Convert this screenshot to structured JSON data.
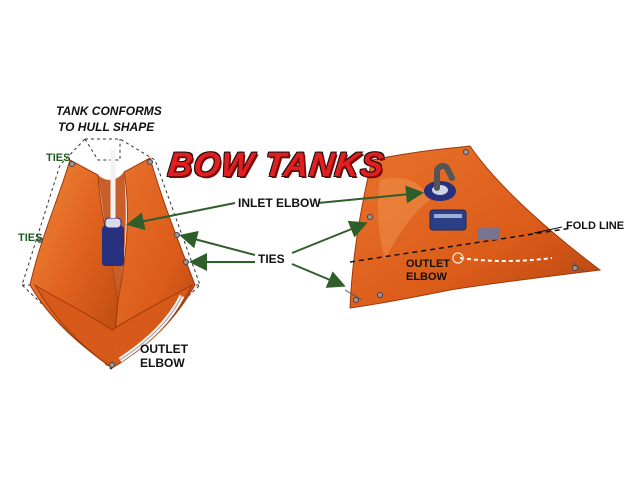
{
  "title": "BOW TANKS",
  "labels": {
    "conforms_line1": "TANK CONFORMS",
    "conforms_line2": "TO HULL SHAPE",
    "ties_top": "TIES",
    "ties_left": "TIES",
    "ties_center": "TIES",
    "inlet_elbow": "INLET ELBOW",
    "fold_line": "FOLD LINE",
    "outlet_left_1": "OUTLET",
    "outlet_left_2": "ELBOW",
    "outlet_right_1": "OUTLET",
    "outlet_right_2": "ELBOW"
  },
  "colors": {
    "title_red": "#e21f1f",
    "tank_orange": "#e0621e",
    "tank_dark": "#a8400e",
    "arrow_green": "#2f5e2a",
    "label_green": "#1f5a22",
    "elbow_blue": "#27307e"
  }
}
